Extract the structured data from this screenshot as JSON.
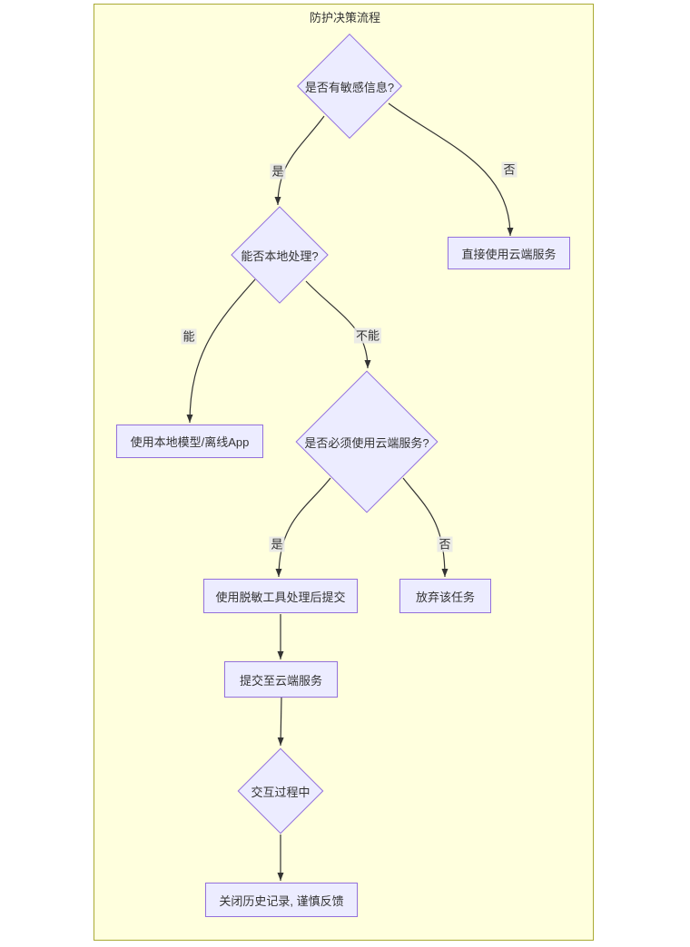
{
  "colors": {
    "page_bg": "#ffffff",
    "cluster_bg": "#ffffde",
    "cluster_border": "#aaaa33",
    "node_fill": "#ececff",
    "node_border": "#9370db",
    "edge_color": "#333333",
    "label_bg": "rgba(232,232,232,0.85)",
    "text_color": "#333333"
  },
  "diagram": {
    "title": "防护决策流程",
    "nodes": {
      "sensitive_check": {
        "type": "decision",
        "label": "是否有敏感信息?"
      },
      "local_check": {
        "type": "decision",
        "label": "能否本地处理?"
      },
      "cloud_direct": {
        "type": "process",
        "label": "直接使用云端服务"
      },
      "local_model": {
        "type": "process",
        "label": "使用本地模型/离线App"
      },
      "must_cloud_check": {
        "type": "decision",
        "label": "是否必须使用云端服务?"
      },
      "desensitize_submit": {
        "type": "process",
        "label": "使用脱敏工具处理后提交"
      },
      "abandon_task": {
        "type": "process",
        "label": "放弃该任务"
      },
      "submit_cloud": {
        "type": "process",
        "label": "提交至云端服务"
      },
      "interaction": {
        "type": "decision",
        "label": "交互过程中"
      },
      "close_history": {
        "type": "process",
        "label": "关闭历史记录, 谨慎反馈"
      }
    },
    "edge_labels": {
      "yes1": "是",
      "no1": "否",
      "can": "能",
      "cannot": "不能",
      "yes2": "是",
      "no2": "否"
    },
    "edges": [
      {
        "from": "sensitive_check",
        "to": "local_check",
        "label": "是"
      },
      {
        "from": "sensitive_check",
        "to": "cloud_direct",
        "label": "否"
      },
      {
        "from": "local_check",
        "to": "local_model",
        "label": "能"
      },
      {
        "from": "local_check",
        "to": "must_cloud_check",
        "label": "不能"
      },
      {
        "from": "must_cloud_check",
        "to": "desensitize_submit",
        "label": "是"
      },
      {
        "from": "must_cloud_check",
        "to": "abandon_task",
        "label": "否"
      },
      {
        "from": "desensitize_submit",
        "to": "submit_cloud",
        "label": ""
      },
      {
        "from": "submit_cloud",
        "to": "interaction",
        "label": ""
      },
      {
        "from": "interaction",
        "to": "close_history",
        "label": ""
      }
    ]
  }
}
